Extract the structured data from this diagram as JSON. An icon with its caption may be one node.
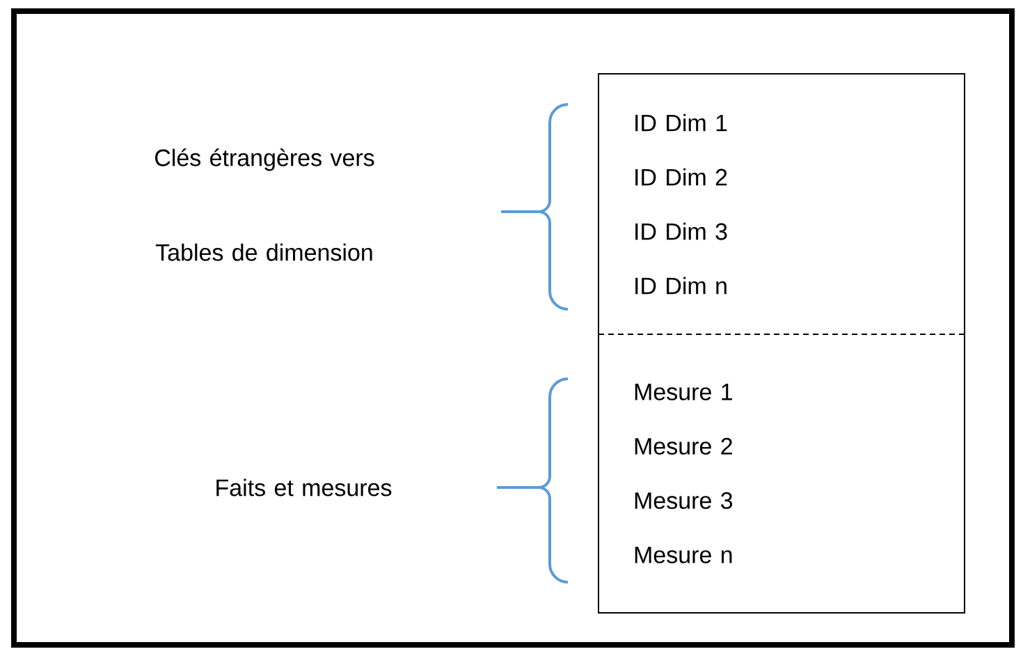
{
  "diagram": {
    "nodes": [
      {
        "text": [
          "ID Dim 1",
          "ID Dim 2",
          "ID Dim 3",
          "ID Dim n"
        ]
      },
      {
        "text": [
          "Mesure 1",
          "Mesure 2",
          "Mesure 3",
          "Mesure n"
        ]
      }
    ],
    "labels": [
      "Clés étrangères vers Tables de dimension",
      "Faits et mesures"
    ]
  }
}
